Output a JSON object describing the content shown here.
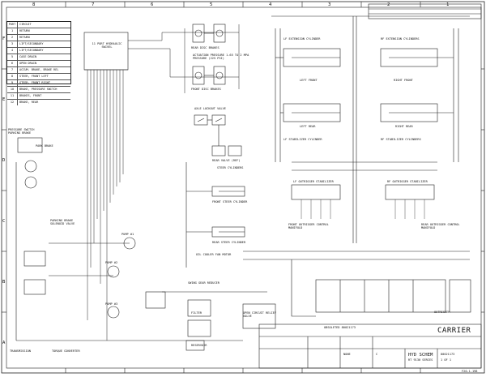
{
  "border": {
    "top_numbers": [
      "8",
      "7",
      "6",
      "5",
      "4",
      "3",
      "2",
      "1"
    ],
    "side_letters": [
      "F",
      "E",
      "D",
      "C",
      "B",
      "A"
    ]
  },
  "legend": {
    "header": [
      "PORT",
      "CIRCUIT"
    ],
    "rows": [
      [
        "1",
        "RETURN"
      ],
      [
        "2",
        "RETURN"
      ],
      [
        "3",
        "LIFT/SECONDARY"
      ],
      [
        "4",
        "LIFT/SECONDARY"
      ],
      [
        "5",
        "CASE DRAIN"
      ],
      [
        "6",
        "OPEN DRAIN"
      ],
      [
        "7",
        "ACCUM. BRAKE, BRAKE REL"
      ],
      [
        "8",
        "STEER, FRONT LEFT"
      ],
      [
        "9",
        "STEER, FRONT RIGHT"
      ],
      [
        "10",
        "BRAKE, PRESSURE SWITCH"
      ],
      [
        "11",
        "BRAKES, FRONT"
      ],
      [
        "12",
        "BRAKE, REAR"
      ]
    ]
  },
  "labels": {
    "manifold": "11 PORT HYDRAULIC SWIVEL",
    "rear_disc": "REAR DISC BRAKES",
    "actuation": "ACTUATION PRESSURE 1.65 TO 2 MPA PRESSURE (225 PSI)",
    "front_disc": "FRONT DISC BRAKES",
    "lf_ext": "LF EXTENSION CYLINDER",
    "rf_ext": "RF EXTENSION CYLINDERS",
    "left_front": "LEFT FRONT",
    "right_front": "RIGHT FRONT",
    "left_rear": "LEFT REAR",
    "right_rear": "RIGHT REAR",
    "axle_lockout": "AXLE LOCKOUT VALVE",
    "rear_valve": "REAR VALVE (REF)",
    "steer_cyl": "STEER CYLINDERS",
    "front_steer_cyl": "FRONT STEER CYLINDER",
    "rear_steer_cyl": "REAR STEER CYLINDER",
    "lf_stab": "LF STABILIZER CYLINDER",
    "rf_stab": "RF STABILIZER CYLINDERS",
    "lf_outrigger": "LF OUTRIGGER STABILIZER",
    "rf_outrigger": "RF OUTRIGGER STABILIZER",
    "front_outrigger": "FRONT OUTRIGGER CONTROL MANIFOLD",
    "rear_outrigger": "REAR OUTRIGGER CONTROL MANIFOLD",
    "pressure_switch": "PRESSURE SWITCH PARKING BRAKE",
    "park_brake": "PARK BRAKE",
    "parking_brake_solenoid": "PARKING BRAKE SOLENOID VALVE",
    "pump1": "PUMP #1",
    "pump2": "PUMP #2",
    "pump3": "PUMP #3",
    "transmission": "TRANSMISSION",
    "torque_converter": "TORQUE CONVERTER",
    "oil_cooler": "OIL COOLER FAN MOTOR",
    "swing_gear": "SWING GEAR REDUCER",
    "filter": "FILTER",
    "reservoir": "RESERVOIR",
    "inst_relief": "OPEN CIRCUIT RELIEF VALVE",
    "outrigger": "OUTRIGGER",
    "obsoleted": "OBSOLETED 80021173",
    "carrier": "CARRIER"
  },
  "title_block": {
    "drawing_title": "HYD SCHEM",
    "sub_title": "RT 9130 SERIES",
    "dwg_no": "80021173",
    "sheet": "1 OF 1",
    "scale": "NONE",
    "rev": "C",
    "footer": "F20-1.198"
  }
}
